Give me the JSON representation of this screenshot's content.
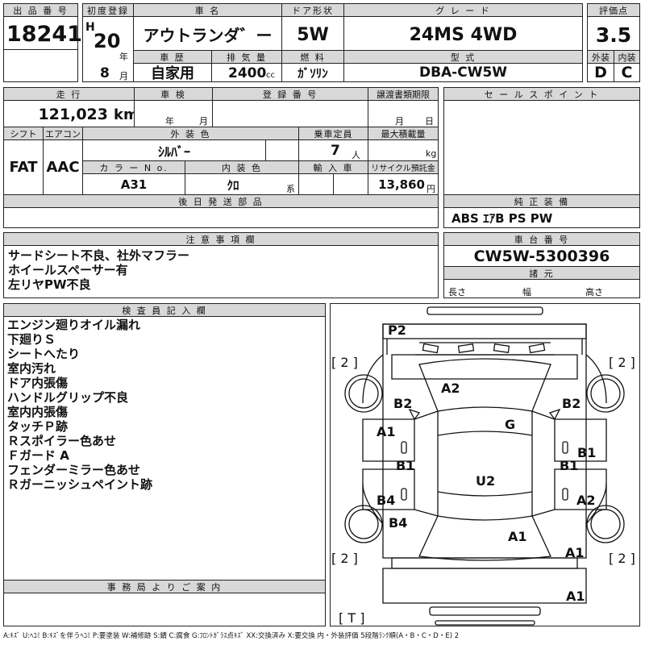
{
  "header": {
    "lot_no_label": "出 品 番 号",
    "lot_no": "18241",
    "first_reg_label": "初度登録",
    "era_mark": "H",
    "year": "20",
    "year_unit": "年",
    "month": "8",
    "month_unit": "月",
    "car_name_label": "車 名",
    "car_name": "アウトランダ゛ー",
    "history_label": "車 歴",
    "history": "自家用",
    "displacement_label": "排 気 量",
    "displacement": "2400",
    "displacement_unit": "cc",
    "door_label": "ドア形状",
    "door": "5W",
    "fuel_label": "燃 料",
    "fuel": "ｶﾞｿﾘﾝ",
    "grade_label": "グ レ ー ド",
    "grade": "24MS 4WD",
    "model_label": "型 式",
    "model": "DBA-CW5W",
    "score_label": "評価点",
    "score": "3.5",
    "exterior_label": "外装",
    "exterior": "D",
    "interior_label": "内装",
    "interior": "C"
  },
  "row2": {
    "mileage_label": "走 行",
    "mileage": "121,023",
    "mileage_unit": "km",
    "inspection_label": "車 検",
    "insp_year_unit": "年",
    "insp_month_unit": "月",
    "reg_no_label": "登 録 番 号",
    "transfer_label": "譲渡書類期限",
    "transfer_month_unit": "月",
    "transfer_day_unit": "日",
    "sales_point_label": "セ ー ル ス ポ イ ン ト"
  },
  "row3": {
    "shift_label": "シフト",
    "shift": "FAT",
    "ac_label": "エアコン",
    "ac": "AAC",
    "exterior_color_label": "外 装 色",
    "exterior_color": "ｼﾙﾊﾞｰ",
    "capacity_label": "乗車定員",
    "capacity": "7",
    "capacity_unit": "人",
    "max_load_label": "最大積載量",
    "max_load_unit": "kg",
    "color_no_label": "カ ラ ー N o.",
    "color_no": "A31",
    "interior_color_label": "内 装 色",
    "interior_color": "ｸﾛ",
    "interior_color_suffix": "系",
    "import_label": "輸 入 車",
    "recycle_label": "リサイクル預託金",
    "recycle": "13,860",
    "recycle_unit": "円"
  },
  "later_parts_label": "後 日 発 送 部 品",
  "equipment_label": "純 正 装 備",
  "equipment": "ABS ｴｱB PS PW",
  "notes_label": "注 意 事 項 欄",
  "notes": [
    "サードシート不良、社外マフラー",
    "ホイールスペーサー有",
    "左リヤPW不良"
  ],
  "chassis_label": "車 台 番 号",
  "chassis": "CW5W-5300396",
  "dims_label": "諸 元",
  "dims": {
    "length": "長さ",
    "width": "幅",
    "height": "高さ"
  },
  "inspector_label": "検 査 員 記 入 欄",
  "inspector_notes": [
    "エンジン廻りオイル漏れ",
    "下廻りＳ",
    "シートへたり",
    "室内汚れ",
    "ドア内張傷",
    "ハンドルグリップ不良",
    "室内内張傷",
    "タッチＰ跡",
    "Ｒスポイラー色あせ",
    "Ｆガード A",
    "フェンダーミラー色あせ",
    "Ｒガーニッシュペイント跡"
  ],
  "office_label": "事 務 局 よ り ご 案 内",
  "legend": "A:ｷｽﾞ U:ﾍｺﾐ B:ｷｽﾞを伴うﾍｺﾐ P:要塗装 W:補修跡 S:錆 C:腐食 G:ﾌﾛﾝﾄｶﾞﾗｽ点ｷｽﾞ XX:交換済み X:要交換 内・外装評価 5段階ﾗﾝｸ順(A・B・C・D・E) 2",
  "diagram": {
    "marks": [
      "P2",
      "A2",
      "B2",
      "B2",
      "G",
      "A1",
      "B1",
      "B1",
      "B1",
      "U2",
      "B4",
      "A2",
      "B4",
      "A1",
      "A1",
      "A1"
    ],
    "tire_left_top": "[ 2 ]",
    "tire_right_top": "[ 2 ]",
    "tire_left_bottom": "[ 2 ]",
    "tire_right_bottom": "[ 2 ]",
    "spare": "[ T ]"
  }
}
